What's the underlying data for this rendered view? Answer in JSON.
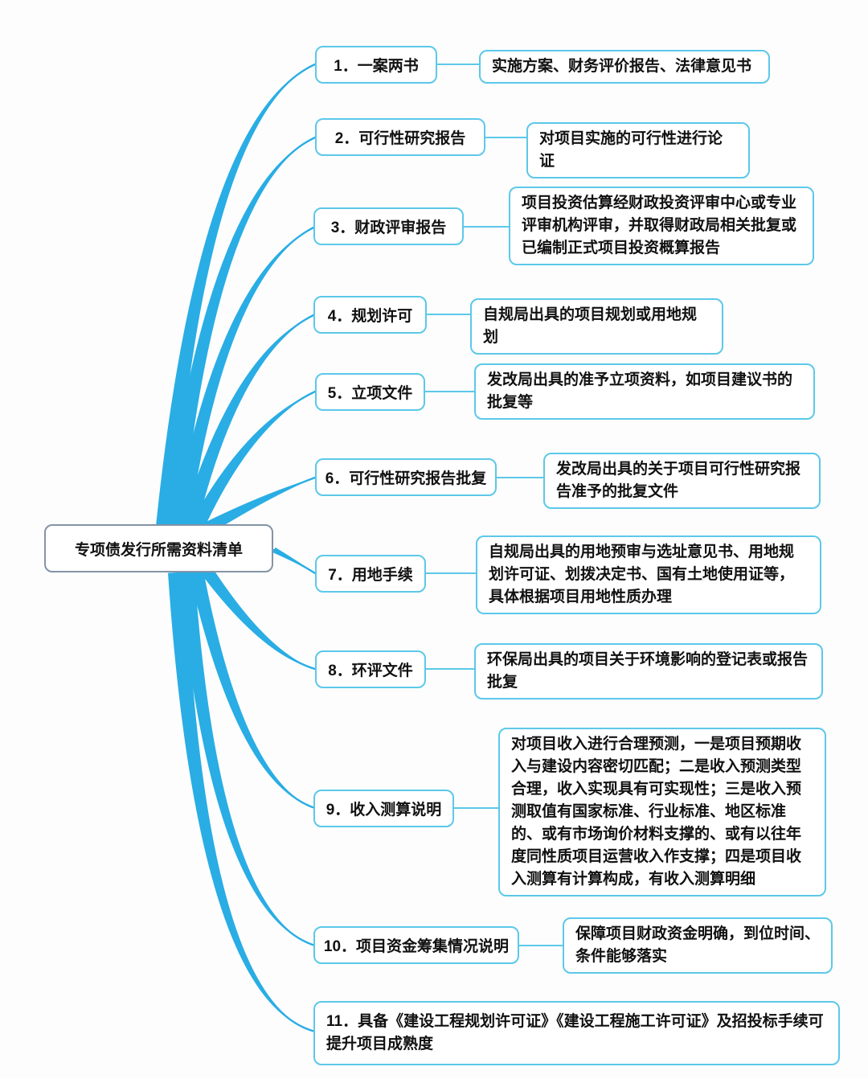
{
  "central": {
    "label": "专项债发行所需资料清单"
  },
  "nodes": [
    {
      "label": "1．一案两书",
      "desc": "实施方案、财务评价报告、法律意见书"
    },
    {
      "label": "2．可行性研究报告",
      "desc": "对项目实施的可行性进行论证"
    },
    {
      "label": "3．财政评审报告",
      "desc": "项目投资估算经财政投资评审中心或专业评审机构评审，并取得财政局相关批复或已编制正式项目投资概算报告"
    },
    {
      "label": "4．规划许可",
      "desc": "自规局出具的项目规划或用地规划"
    },
    {
      "label": "5．立项文件",
      "desc": "发改局出具的准予立项资料，如项目建议书的批复等"
    },
    {
      "label": "6．可行性研究报告批复",
      "desc": "发改局出具的关于项目可行性研究报告准予的批复文件"
    },
    {
      "label": "7．用地手续",
      "desc": "自规局出具的用地预审与选址意见书、用地规划许可证、划拨决定书、国有土地使用证等，具体根据项目用地性质办理"
    },
    {
      "label": "8．环评文件",
      "desc": "环保局出具的项目关于环境影响的登记表或报告批复"
    },
    {
      "label": "9．收入测算说明",
      "desc": "对项目收入进行合理预测，一是项目预期收入与建设内容密切匹配；二是收入预测类型合理，收入实现具有可实现性；三是收入预测取值有国家标准、行业标准、地区标准的、或有市场询价材料支撑的、或有以往年度同性质项目运营收入作支撑；四是项目收入测算有计算构成，有收入测算明细"
    },
    {
      "label": "10．项目资金筹集情况说明",
      "desc": "保障项目财政资金明确，到位时间、条件能够落实"
    },
    {
      "label": "11．具备《建设工程规划许可证》《建设工程施工许可证》及招投标手续可提升项目成熟度"
    }
  ],
  "colors": {
    "curve": "#29ade4",
    "node_border": "#5cc8e9",
    "central_border": "#8494a6",
    "text": "#111111",
    "background": "#fdfdfd"
  }
}
